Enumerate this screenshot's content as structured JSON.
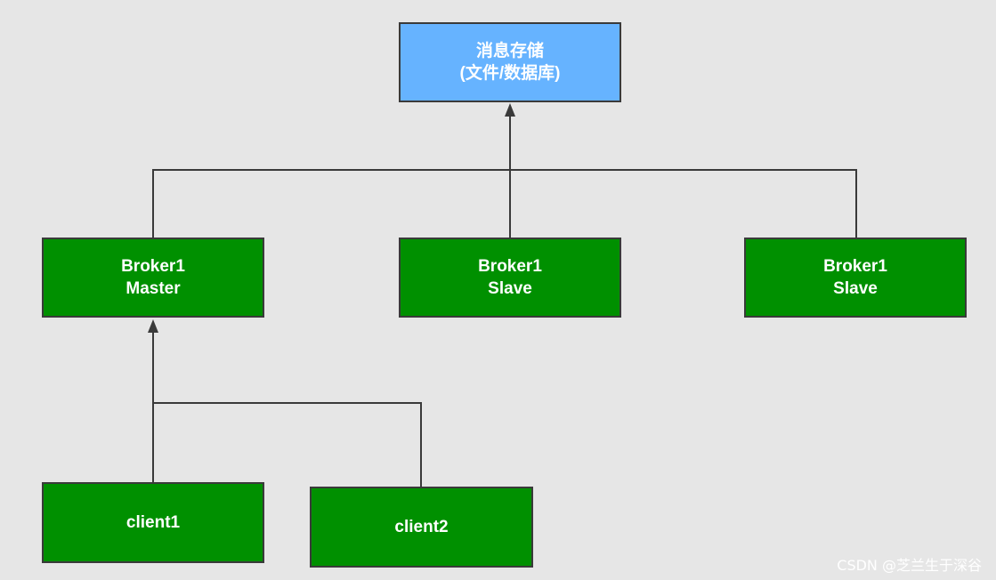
{
  "storage": {
    "line1": "消息存储",
    "line2": "(文件/数据库)",
    "color": "#66b3ff"
  },
  "brokers": [
    {
      "line1": "Broker1",
      "line2": "Master"
    },
    {
      "line1": "Broker1",
      "line2": "Slave"
    },
    {
      "line1": "Broker1",
      "line2": "Slave"
    }
  ],
  "clients": [
    {
      "label": "client1"
    },
    {
      "label": "client2"
    }
  ],
  "node_color": "#009000",
  "watermark": "CSDN @芝兰生于深谷"
}
